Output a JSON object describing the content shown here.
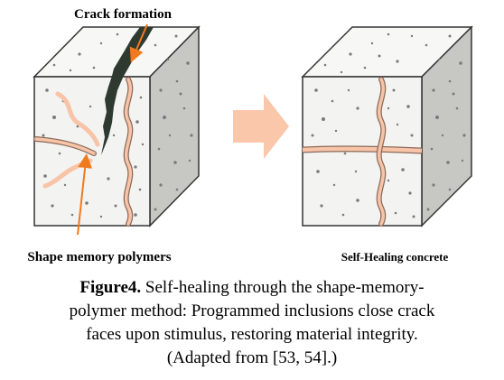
{
  "labels": {
    "crack_formation": "Crack formation",
    "left_block": "Shape memory polymers",
    "right_block": "Self-Healing concrete"
  },
  "caption": {
    "figure_label": "Figure4.",
    "line1_rest": "Self-healing through the shape-memory-",
    "line2": "polymer method: Programmed inclusions close crack",
    "line3": "faces upon stimulus, restoring material integrity.",
    "line4": "(Adapted from [53, 54].)"
  },
  "colors": {
    "block_front": "#f3f3f1",
    "block_top": "#f7f7f5",
    "block_side": "#c7c7c4",
    "speckle": "#7a7a78",
    "polymer_fill": "#f8c4a8",
    "polymer_outline": "#8b6a5a",
    "crack": "#2e3a30",
    "pointer_arrow": "#f07a1e",
    "transition_arrow": "#fbc7ab"
  },
  "icons": {
    "pointer": "orange-pointer-arrow",
    "transition": "transition-arrow"
  }
}
